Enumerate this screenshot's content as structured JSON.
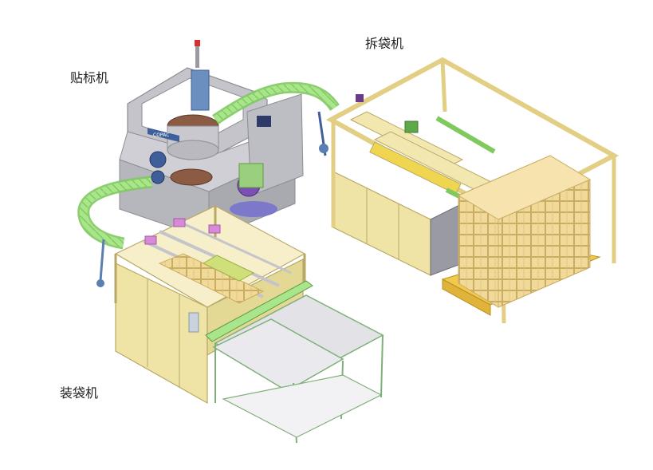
{
  "labels": {
    "labeler": "贴标机",
    "unbagger": "拆袋机",
    "bagger": "装袋机"
  },
  "machine_text": {
    "brand": "COPAC"
  },
  "colors": {
    "frame_cream": "#efe4a6",
    "frame_edge": "#b9a865",
    "steel_gray": "#b9b9bf",
    "conveyor_green": "#a9e58a",
    "accent_magenta": "#d68ad8",
    "accent_blue": "#3e5f9a",
    "turntable_brown": "#8c5b43",
    "cartons": "#f1d99a"
  }
}
